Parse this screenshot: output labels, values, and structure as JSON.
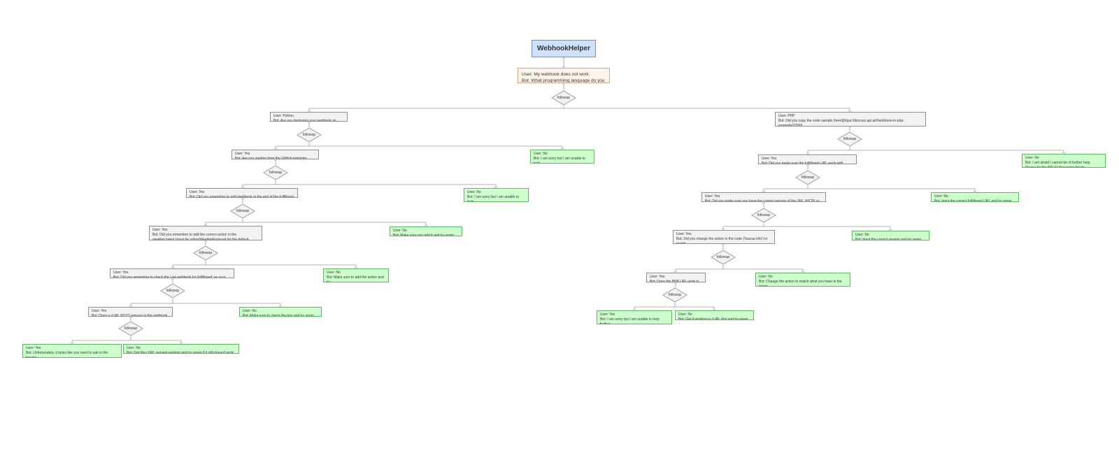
{
  "diagram": {
    "root_label": "WebhookHelper",
    "followup_label": "followup",
    "nodes": {
      "intro": "User: My webhook does not work\nBot: What programming language do you use?",
      "py": "User: Python\nBot: Are you deploying your webhook on Heroku?",
      "php": "User: PHP\nBot: Did you copy the code sample (here)[https://discuss.api.ai/t/webhook-in-php-example/229/9)\nand use it to create test.php?",
      "py_yes": "User: Yes\nBot: Are you starting from the GitHub template project?",
      "py_no": "User: No\nBot: I am sorry but I am unable to help.\nPlease try the discuss forum. Bye!",
      "php_yes": "User: Yes\nBot: Did you make sure the fulfillment URL ends with test.php?",
      "php_no": "User: No\nBot: I am afraid I cannot be of further help.\nPlease try the API.AI discussion forum (discuss.api.ai)",
      "py2_yes": "User: Yes\nBot: Did you remember to add /webhook at the end of the fulfillment URL?",
      "py2_no": "User: No\nBot: I am sorry but I am unable to help.\nPlease try the discuss forum. Bye!",
      "php2_yes": "User: Yes\nBot: Did you make sure you have the correct version of the URL (HTTP vs HTTPS)?",
      "php2_no": "User: No\nBot: Input the correct fulfillment URL and try again. Bye!",
      "py3_yes": "User: Yes\nBot: Did you remember to add the correct action in the\nweather intent (must be yahooWeatherForecast for the default example)",
      "py3_no": "User: No\nBot: Make sure you add it and try again. Bye!",
      "php3_yes": "User: Yes\nBot: Did you change the action in the code ('buscar.info') to match\nthe action in your intent?",
      "php3_no": "User: No\nBot: Input the correct version and try again. Bye!",
      "py4_yes": "User: Yes\nBot: Did you remember to check the 'use webhook for fulfillment' on your intent?",
      "py4_no": "User: No\nBot: Make sure to add the action and try\nagain. Bye!",
      "php4_yes": "User: Yes\nBot: Does the PHP URL work in cURL?",
      "php4_no": "User: No\nBot: Change the action to match what you have in the intent\nand try again. Bye!",
      "py5_yes": "User: Yes\nBot: Does a cURL POST request to the webhook work?",
      "py5_no": "User: No\nBot: Make sure to check the box and try again. Bye!",
      "php5_yes": "User: Yes\nBot: I am sorry but I am unable to help further.\nPlease try the API.AI discussion forum. Bye!",
      "php5_no": "User: No\nBot: Get it working in cURL first and try again. Bye!",
      "py6_yes": "User: Yes\nBot: Unfortunately, it looks like you need to ask in the forums.\nSorry and bye!",
      "py6_no": "User: No\nBot: Get the cURL request working and try again if it still doesn't work. Bye!"
    }
  },
  "colors": {
    "root_fill": "#cfe0fb",
    "intro_fill": "#fdf4ec",
    "question_fill": "#f2f2f2",
    "terminal_fill": "#ccffcc",
    "edge": "#9a9a9a"
  }
}
